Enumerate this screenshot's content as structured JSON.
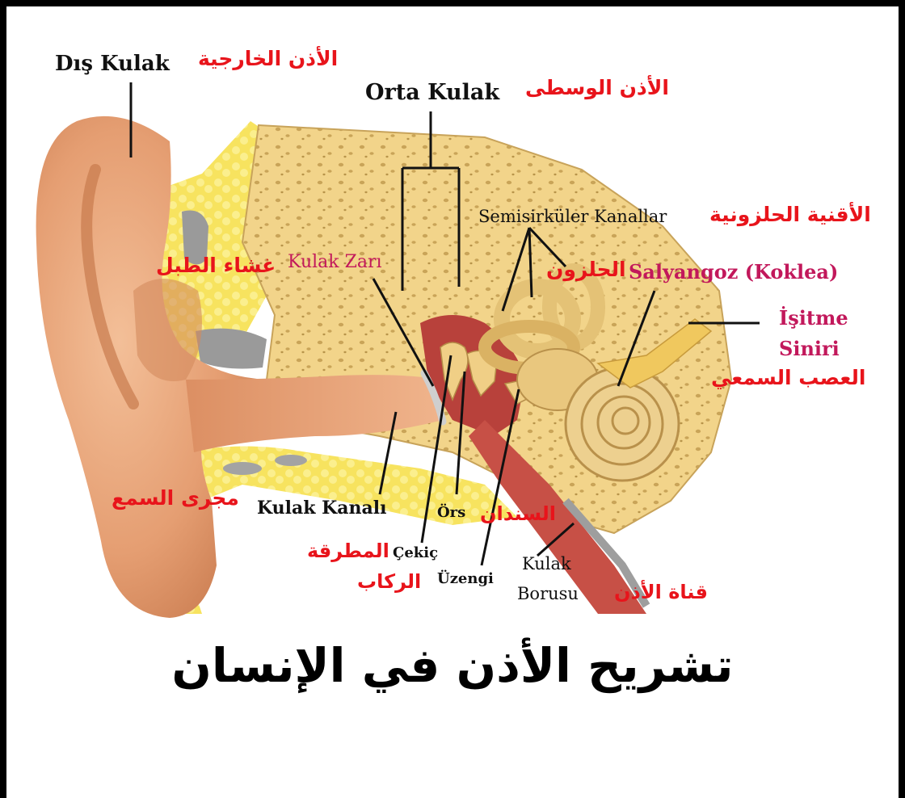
{
  "title": "تشريح الأذن في الإنسان",
  "labels": {
    "dis_kulak": "Dış Kulak",
    "dis_kulak_ar": "الأذن الخارجية",
    "orta_kulak": "Orta Kulak",
    "orta_kulak_ar": "الأذن الوسطى",
    "semisirkuler": "Semisirküler Kanallar",
    "semisirkuler_ar": "الأقنية الحلزونية",
    "kulak_zari": "Kulak Zarı",
    "kulak_zari_ar": "غشاء الطبل",
    "salyangoz": "Salyangoz (Koklea)",
    "salyangoz_ar": "الحلزون",
    "isitme_1": "İşitme",
    "isitme_2": "Siniri",
    "isitme_ar": "العصب السمعي",
    "kulak_kanali": "Kulak Kanalı",
    "kulak_kanali_ar": "مجرى السمع",
    "ors": "Örs",
    "ors_ar": "السندان",
    "cekic": "Çekiç",
    "cekic_ar": "المطرقة",
    "uzengi": "Üzengi",
    "uzengi_ar": "الركاب",
    "kulak_borusu_1": "Kulak",
    "kulak_borusu_2": "Borusu",
    "kulak_borusu_ar": "قناة الأذن"
  },
  "colors": {
    "frame": "#000000",
    "skin": "#e8a378",
    "skin_dark": "#c97e52",
    "bone": "#f2d27a",
    "fat": "#f7e36b",
    "red_label": "#e8141b",
    "crimson_label": "#c2185b",
    "cavity_red": "#b8413b"
  }
}
